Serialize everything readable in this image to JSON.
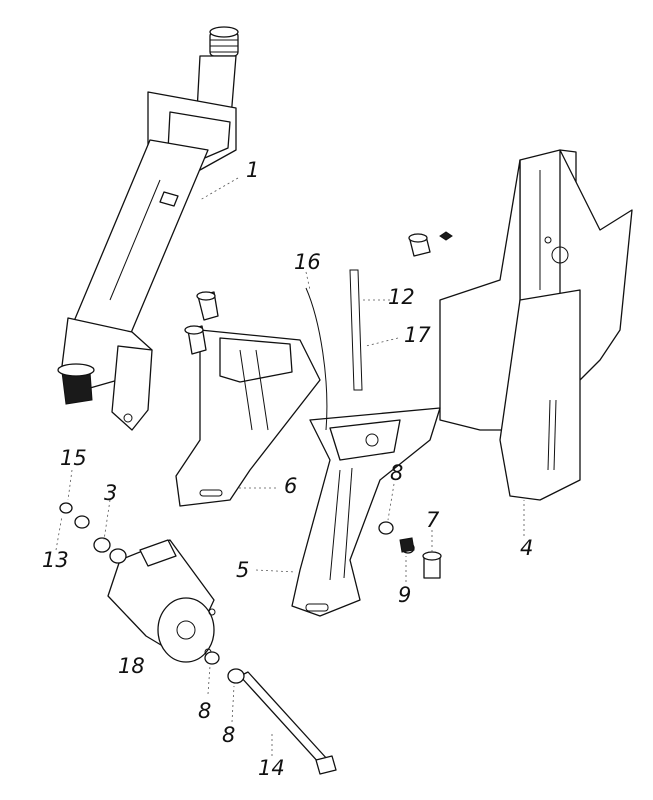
{
  "diagram": {
    "callouts": [
      "1",
      "16",
      "12",
      "17",
      "15",
      "3",
      "6",
      "8",
      "7",
      "13",
      "5",
      "4",
      "9",
      "18",
      "8",
      "8",
      "14"
    ],
    "parts": [
      {
        "name": "steering-column-shaft"
      },
      {
        "name": "mounting-bracket-large"
      },
      {
        "name": "mounting-plate-left"
      },
      {
        "name": "mounting-plate-center"
      },
      {
        "name": "electric-motor"
      },
      {
        "name": "long-bolt"
      },
      {
        "name": "short-bolt"
      },
      {
        "name": "washers"
      },
      {
        "name": "rod"
      },
      {
        "name": "nut"
      }
    ]
  }
}
